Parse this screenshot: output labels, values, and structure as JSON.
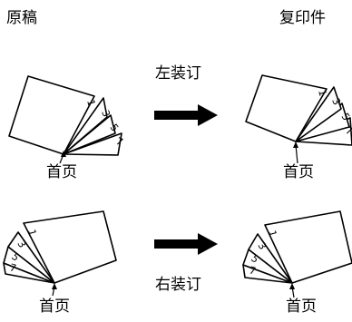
{
  "headers": {
    "original": "原稿",
    "copy": "复印件"
  },
  "binding": {
    "left": "左装订",
    "right": "右装订"
  },
  "page_labels": {
    "top_left": "首页",
    "top_right": "首页",
    "bottom_left": "首页",
    "bottom_right": "首页"
  },
  "page_numbers": [
    "1",
    "3",
    "5",
    "7"
  ]
}
